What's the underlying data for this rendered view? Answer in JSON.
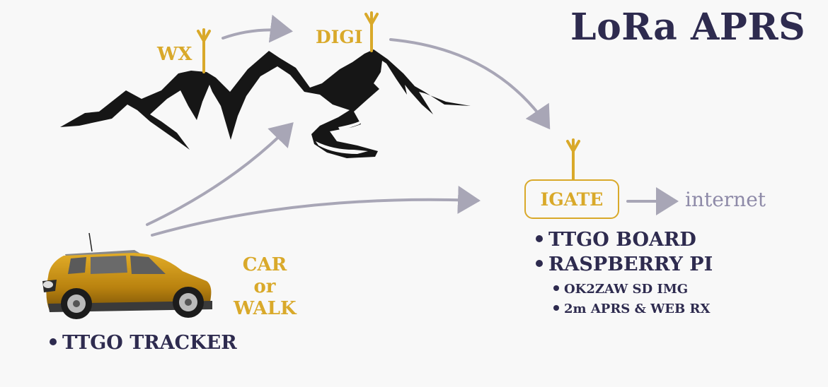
{
  "title": "LoRa APRS",
  "nodes": {
    "wx": "WX",
    "digi": "DIGI",
    "igate": "IGATE",
    "internet": "internet"
  },
  "mobile": {
    "line1": "CAR",
    "line2": "or",
    "line3": "WALK"
  },
  "igate_items": [
    "TTGO BOARD",
    "RASPBERRY PI"
  ],
  "igate_subitems": [
    "OK2ZAW SD IMG",
    "2m APRS & WEB RX"
  ],
  "tracker_item": "TTGO TRACKER",
  "colors": {
    "title": "#2e2b4f",
    "accent_gold": "#d9a92a",
    "arrow_gray": "#a8a6b6",
    "mountain": "#161616",
    "car_body": "#c08a14"
  }
}
